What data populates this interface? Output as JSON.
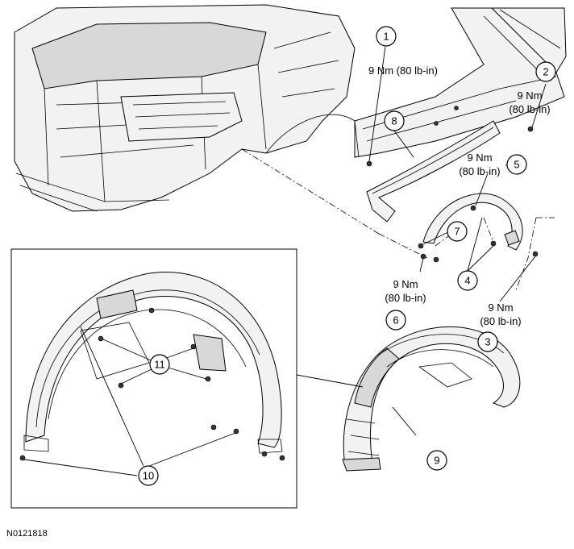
{
  "figure_id": "N0121818",
  "callouts": [
    {
      "number": "1",
      "torque_nm": "9 Nm",
      "torque_lbin": "(80 lb-in)",
      "torque_text": "9 Nm (80 lb-in)"
    },
    {
      "number": "2",
      "torque_nm": "9 Nm",
      "torque_lbin": "(80 lb-in)"
    },
    {
      "number": "3",
      "torque_nm": "9 Nm",
      "torque_lbin": "(80 lb-in)"
    },
    {
      "number": "4"
    },
    {
      "number": "5",
      "torque_nm": "9 Nm",
      "torque_lbin": "(80 lb-in)"
    },
    {
      "number": "6",
      "torque_nm": "9 Nm",
      "torque_lbin": "(80 lb-in)"
    },
    {
      "number": "7"
    },
    {
      "number": "8"
    },
    {
      "number": "9"
    },
    {
      "number": "10"
    },
    {
      "number": "11"
    }
  ]
}
